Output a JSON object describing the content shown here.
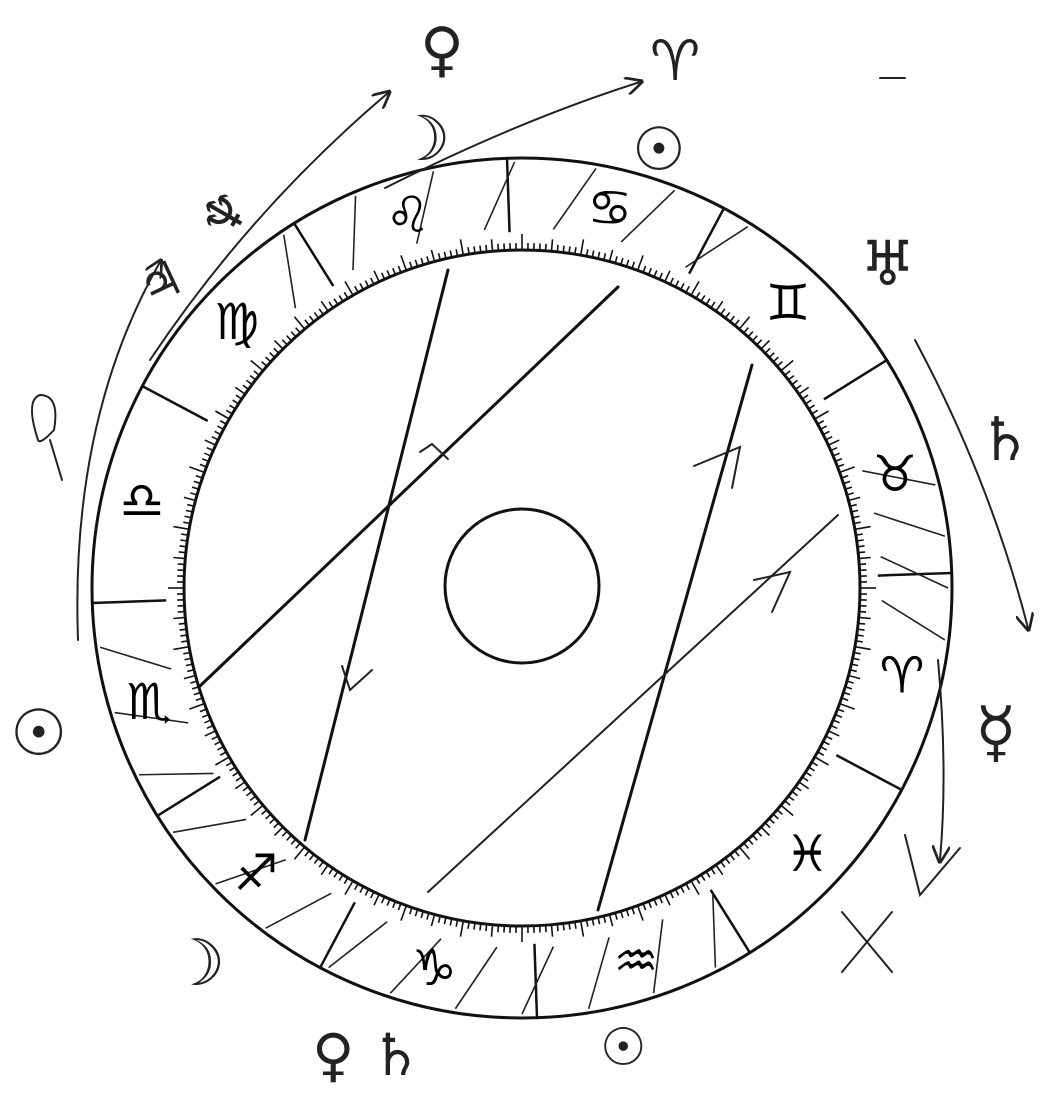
{
  "zodiac": [
    {
      "sign": "Aries",
      "glyph": "♈"
    },
    {
      "sign": "Taurus",
      "glyph": "♉"
    },
    {
      "sign": "Gemini",
      "glyph": "♊"
    },
    {
      "sign": "Cancer",
      "glyph": "♋"
    },
    {
      "sign": "Leo",
      "glyph": "♌"
    },
    {
      "sign": "Virgo",
      "glyph": "♍"
    },
    {
      "sign": "Libra",
      "glyph": "♎"
    },
    {
      "sign": "Scorpio",
      "glyph": "♏"
    },
    {
      "sign": "Sagittarius",
      "glyph": "♐"
    },
    {
      "sign": "Capricorn",
      "glyph": "♑"
    },
    {
      "sign": "Aquarius",
      "glyph": "♒"
    },
    {
      "sign": "Pisces",
      "glyph": "♓"
    }
  ],
  "annotations": {
    "venus_top": "♀",
    "moon_top": "☽",
    "sun_top_right": "☉",
    "uranus_right": "♅",
    "saturn_right": "♄",
    "mercury_right": "☿",
    "sun_left": "☉",
    "moon_bottom_left": "☽",
    "venus_bottom": "♀",
    "saturn_bottom": "♄",
    "sun_bottom": "☉",
    "aries_top_right": "♈",
    "neptune_left": "♆",
    "jupiter_left": "♃"
  },
  "colors": {
    "ink": "#111111",
    "background": "#ffffff"
  }
}
